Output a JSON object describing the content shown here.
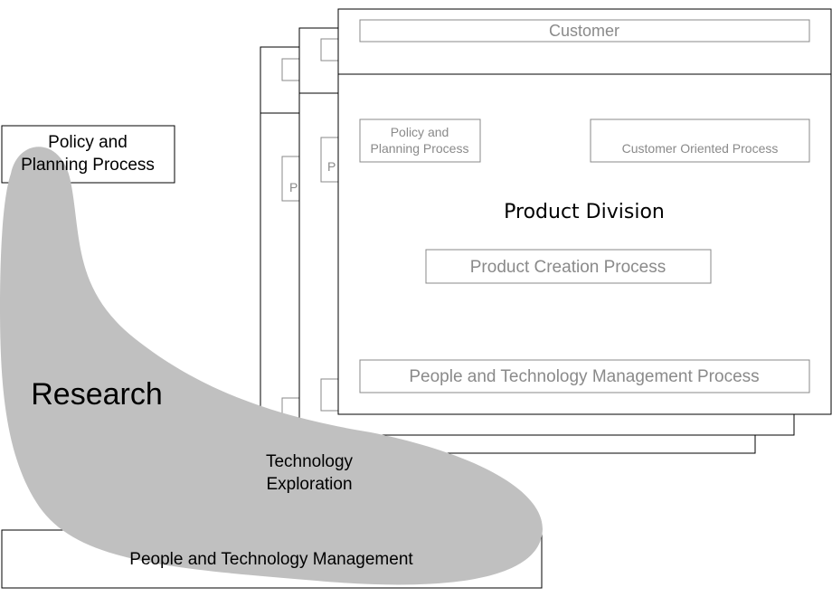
{
  "colors": {
    "blob": "#c0c0c0",
    "line": "#000000",
    "frame_border": "#444444",
    "inner_box_border": "#888888",
    "inner_text": "#8a8a8a",
    "dark_text": "#000000"
  },
  "research": {
    "label": "Research"
  },
  "left_boxes": {
    "policy": {
      "line1": "Policy and",
      "line2": "Planning Process"
    },
    "technology": {
      "line1": "Technology",
      "line2": "Exploration"
    },
    "people": {
      "label": "People and Technology Management"
    }
  },
  "front_division": {
    "customer": "Customer",
    "policy": {
      "line1": "Policy and",
      "line2": "Planning Process"
    },
    "customer_oriented": "Customer Oriented Process",
    "title": "Product Division",
    "product_creation": "Product Creation Process",
    "ptm_process": "People and Technology Management Process"
  },
  "back_division_fragments": {
    "middle_letter": "P",
    "back_letter": "P"
  }
}
